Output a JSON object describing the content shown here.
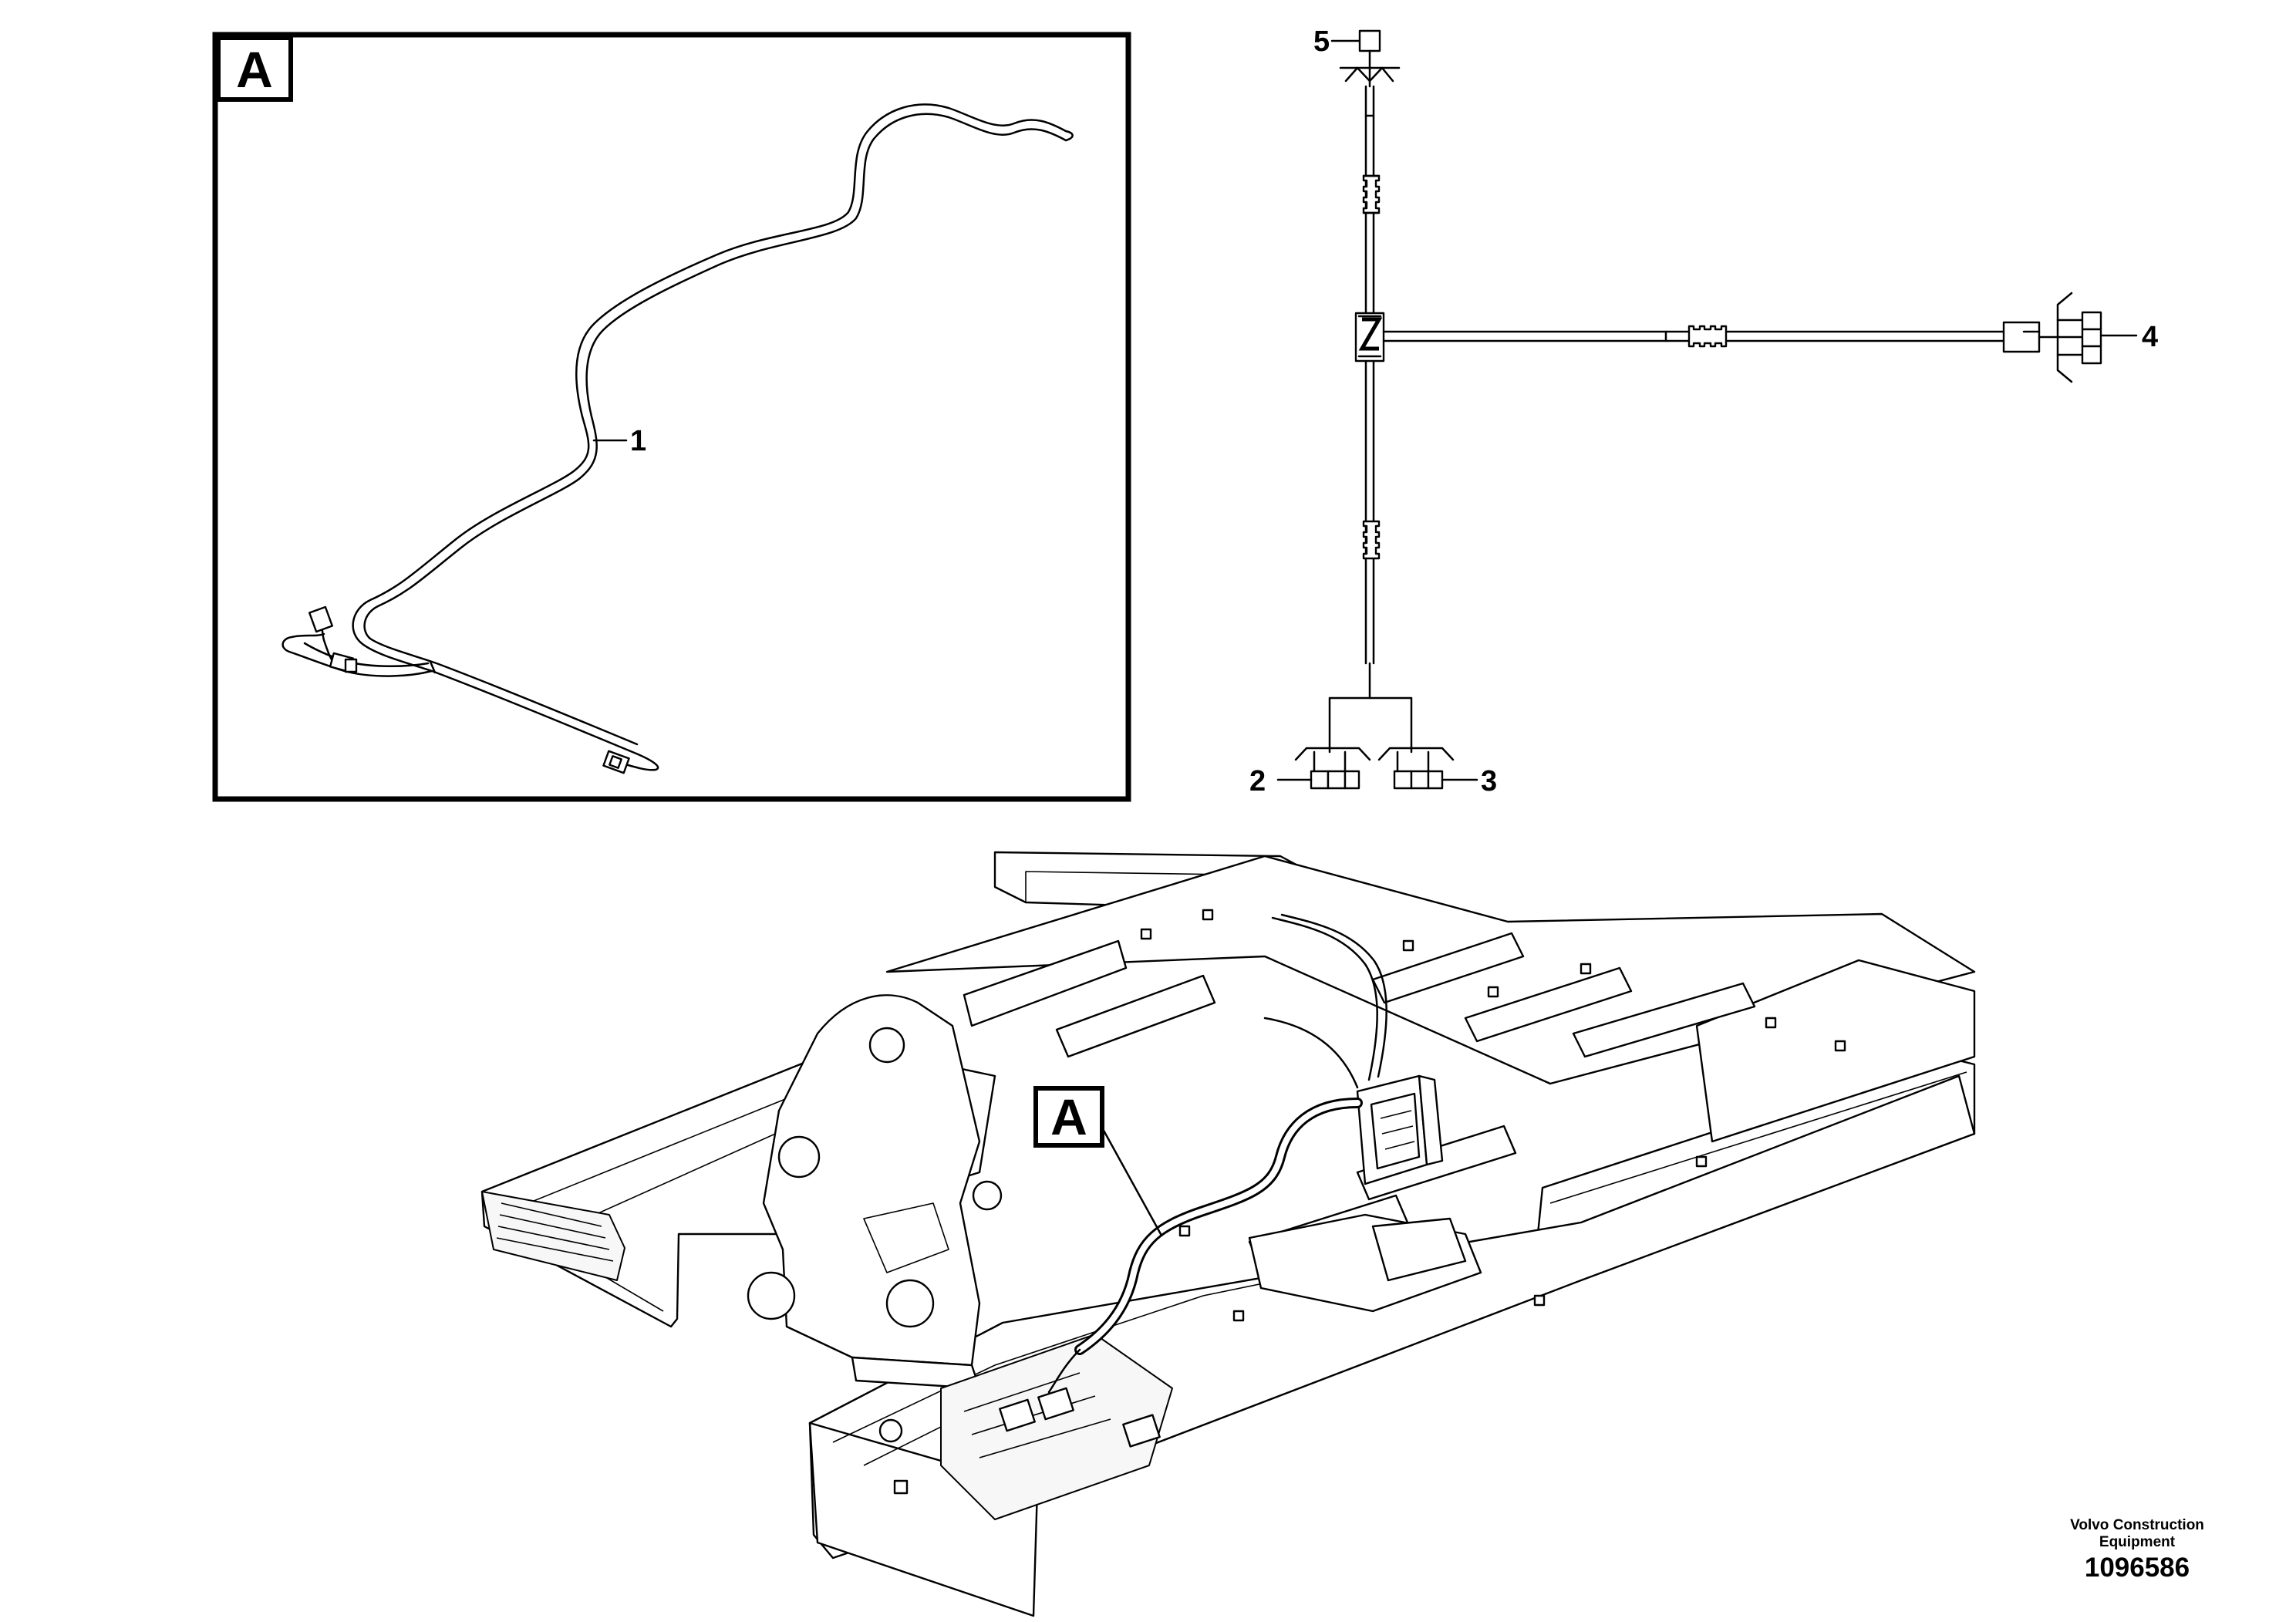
{
  "detail_view": {
    "letter": "A",
    "callout_1": "1"
  },
  "schematic": {
    "callout_2": "2",
    "callout_3": "3",
    "callout_4": "4",
    "callout_5": "5"
  },
  "assembly_view": {
    "reference_letter": "A"
  },
  "credit": {
    "company": "Volvo Construction Equipment",
    "drawing_number": "1096586"
  }
}
